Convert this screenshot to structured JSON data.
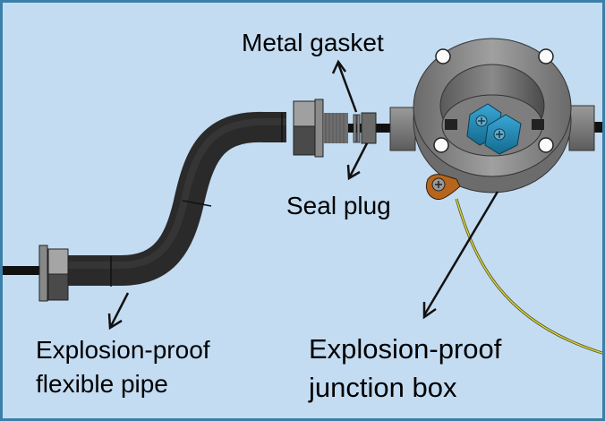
{
  "diagram": {
    "title": "Explosion-proof junction box assembly",
    "background_color": "#c3dcf2",
    "border_color": "#3a7fa8",
    "labels": {
      "metal_gasket": "Metal gasket",
      "seal_plug": "Seal plug",
      "flexible_pipe": "Explosion-proof\nflexible pipe",
      "junction_box": "Explosion-proof\njunction box"
    },
    "components": [
      {
        "id": "flexible-pipe",
        "name": "Explosion-proof flexible pipe",
        "color": "#2b2b2b"
      },
      {
        "id": "metal-gasket",
        "name": "Metal gasket",
        "color": "#7a7a7a"
      },
      {
        "id": "seal-plug",
        "name": "Seal plug",
        "color": "#6e6e6e"
      },
      {
        "id": "junction-box",
        "name": "Explosion-proof junction box",
        "color": "#8c8c8c"
      },
      {
        "id": "terminal-blocks",
        "name": "Terminal blocks",
        "color": "#1f8fbf"
      },
      {
        "id": "ground-lug",
        "name": "Ground lug",
        "color": "#b5651d"
      },
      {
        "id": "ground-wire",
        "name": "Ground wire",
        "color": "#d8d23a"
      }
    ]
  }
}
